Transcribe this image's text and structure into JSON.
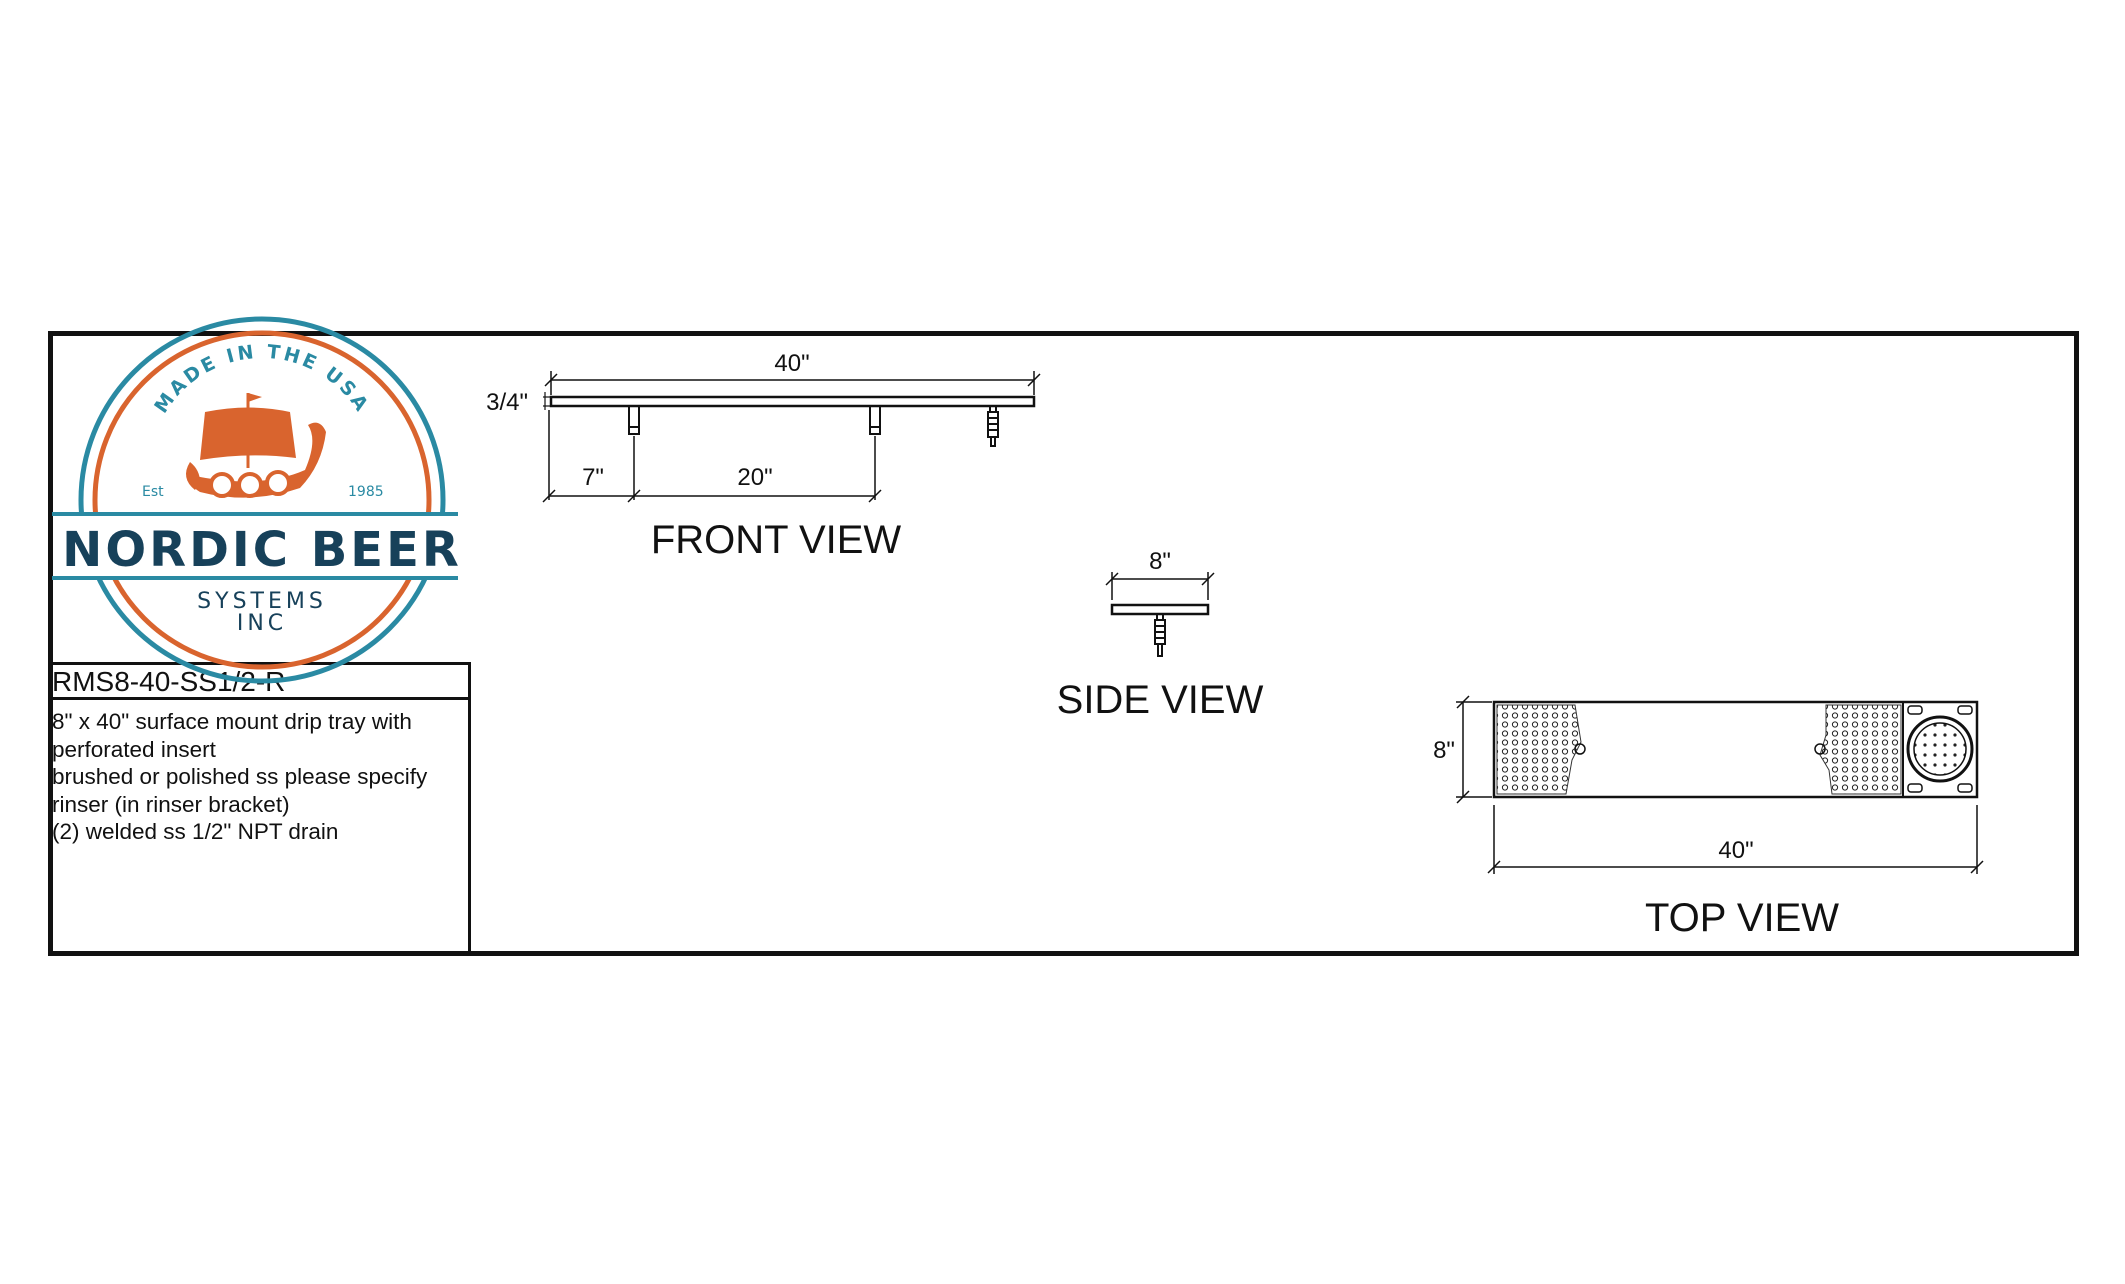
{
  "logo": {
    "made_in": "MADE IN THE USA",
    "est": "Est",
    "year": "1985",
    "brand": "NORDIC BEER",
    "systems": "SYSTEMS",
    "inc": "INC",
    "colors": {
      "teal": "#2a8aa3",
      "orange": "#d9642e",
      "navy": "#17415a"
    }
  },
  "part_number": "RMS8-40-SS1/2-R",
  "description": [
    "8\" x 40\" surface mount drip tray with",
    "perforated insert",
    "brushed or polished ss please specify",
    "rinser (in rinser bracket)",
    "(2) welded ss 1/2\" NPT drain"
  ],
  "front_view": {
    "label": "FRONT VIEW",
    "length": "40\"",
    "height": "3/4\"",
    "offset": "7\"",
    "spacing": "20\""
  },
  "side_view": {
    "label": "SIDE VIEW",
    "width": "8\""
  },
  "top_view": {
    "label": "TOP VIEW",
    "width": "8\"",
    "length": "40\""
  }
}
